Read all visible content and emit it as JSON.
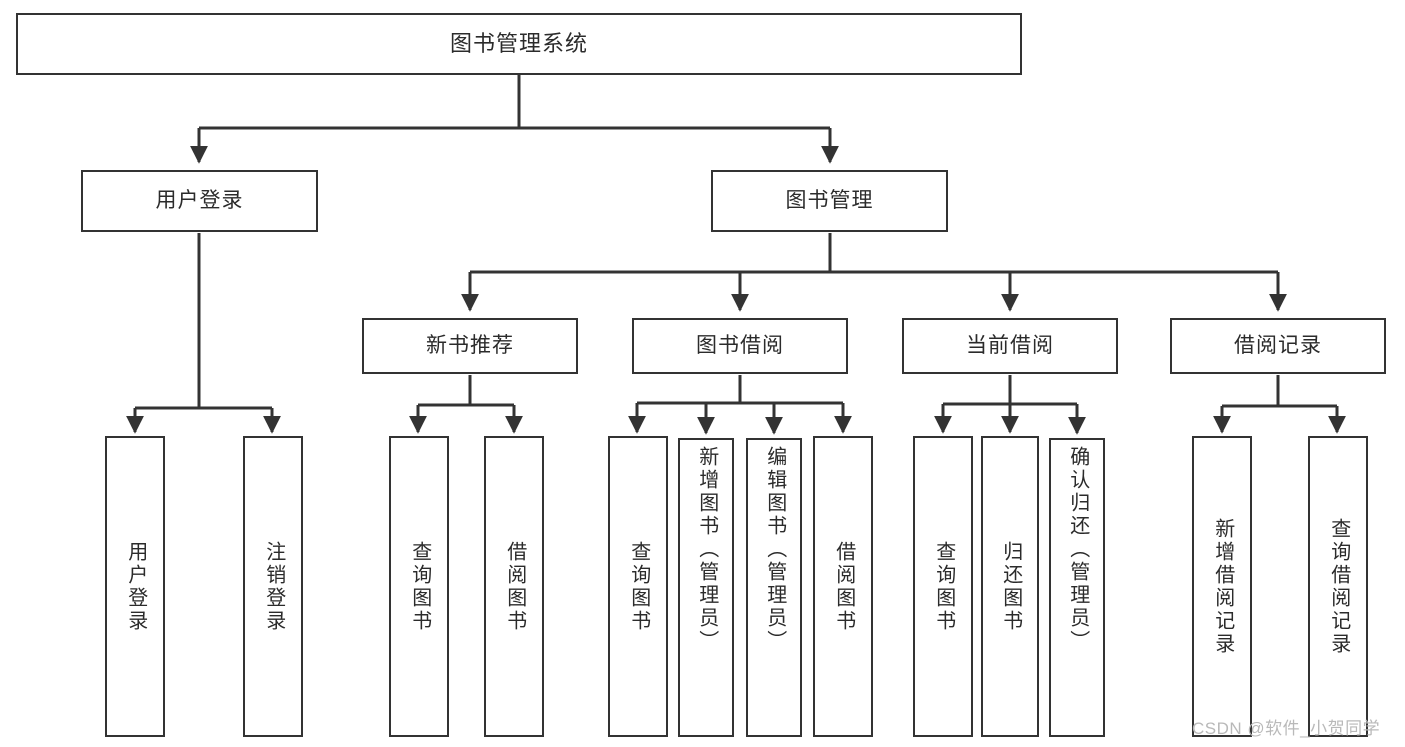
{
  "diagram": {
    "title": "图书管理系统",
    "type": "tree",
    "watermark": "CSDN @软件_小贺同学",
    "colors": {
      "border": "#333333",
      "text": "#2b2b2b",
      "background": "#ffffff",
      "watermark": "#b9b9b9"
    },
    "levels": {
      "root": {
        "label": "图书管理系统"
      },
      "level2": [
        {
          "label": "用户登录"
        },
        {
          "label": "图书管理"
        }
      ],
      "level3": [
        {
          "label": "新书推荐"
        },
        {
          "label": "图书借阅"
        },
        {
          "label": "当前借阅"
        },
        {
          "label": "借阅记录"
        }
      ]
    },
    "leaves": {
      "user_login": [
        {
          "label": "用户登录"
        },
        {
          "label": "注销登录"
        }
      ],
      "new_book_recommend": [
        {
          "label": "查询图书"
        },
        {
          "label": "借阅图书"
        }
      ],
      "book_borrow": [
        {
          "label": "查询图书"
        },
        {
          "label": "新增图书（管理员）"
        },
        {
          "label": "编辑图书（管理员）"
        },
        {
          "label": "借阅图书"
        }
      ],
      "current_borrow": [
        {
          "label": "查询图书"
        },
        {
          "label": "归还图书"
        },
        {
          "label": "确认归还（管理员）"
        }
      ],
      "borrow_record": [
        {
          "label": "新增借阅记录"
        },
        {
          "label": "查询借阅记录"
        }
      ]
    }
  }
}
